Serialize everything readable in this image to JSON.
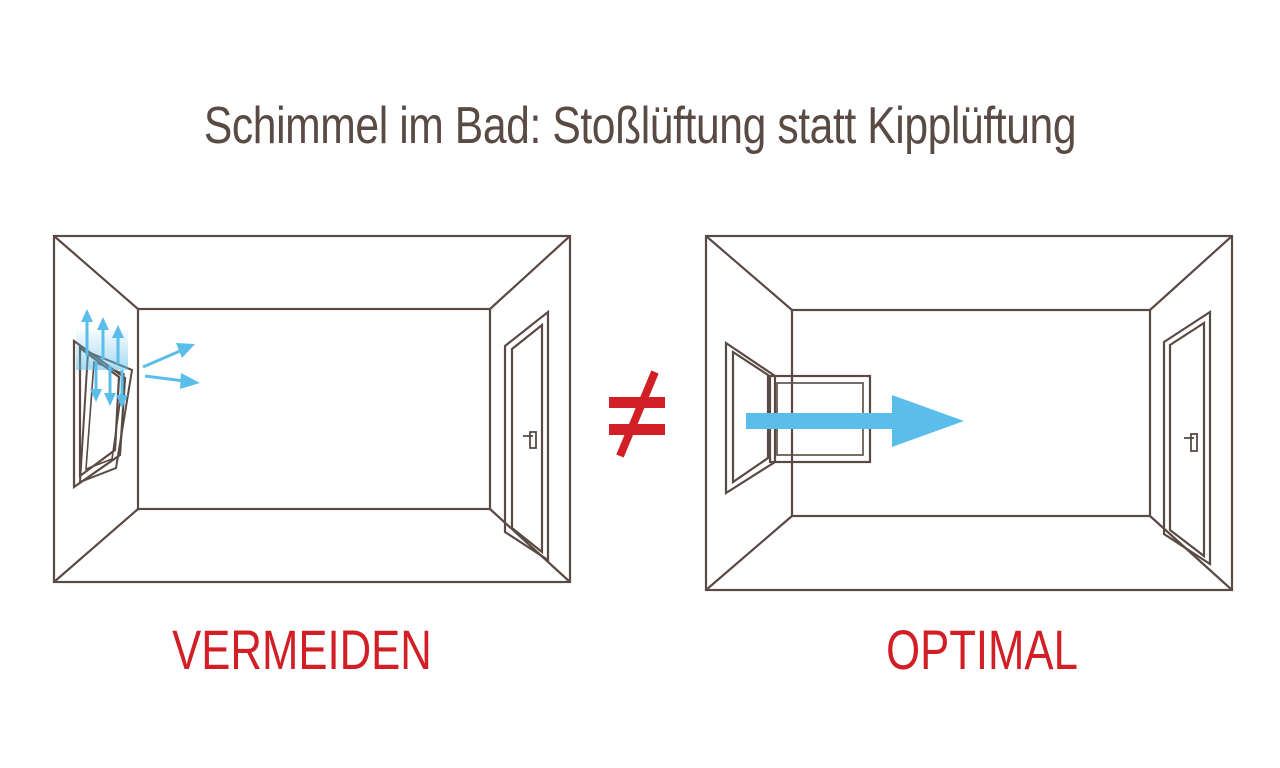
{
  "title": "Schimmel im Bad: Stoßlüftung statt Kipplüftung",
  "left_label": "VERMEIDEN",
  "right_label": "OPTIMAL",
  "relation_symbol": "≠",
  "colors": {
    "title": "#5a4a44",
    "line": "#5a4a44",
    "accent_red": "#d21f26",
    "airflow_blue": "#5bbde9"
  }
}
